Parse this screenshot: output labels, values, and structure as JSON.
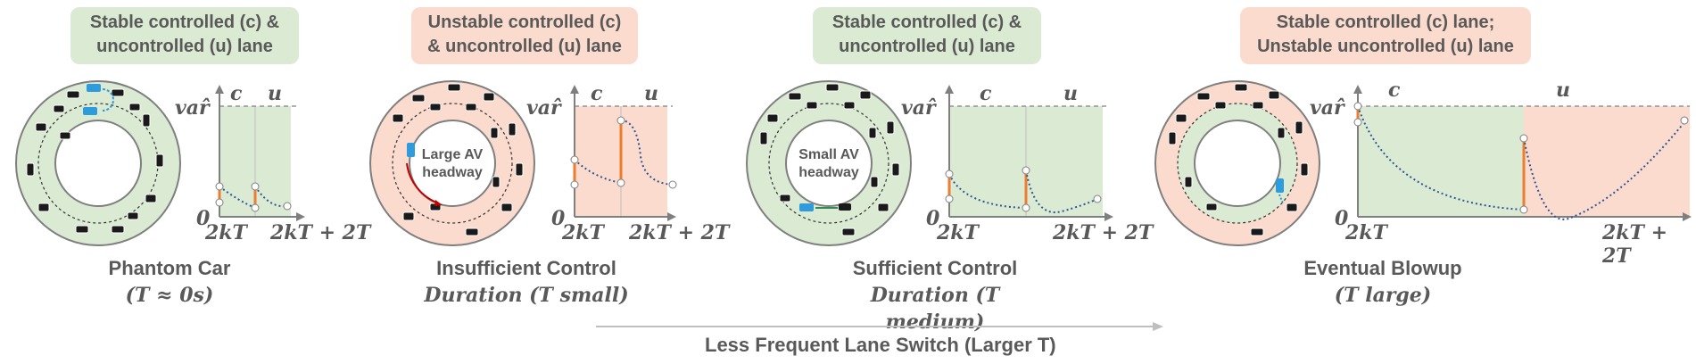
{
  "panels": [
    {
      "header": [
        "Stable controlled (c) &",
        "uncontrolled (u) lane"
      ],
      "header_color": "green",
      "caption_line1": "Phantom Car",
      "caption_line2": "(T ≈ 0s)",
      "ring_label": [
        "",
        ""
      ],
      "x_start": "2kT",
      "x_end": "2kT + 2T"
    },
    {
      "header": [
        "Unstable controlled (c)",
        "& uncontrolled (u) lane"
      ],
      "header_color": "salmon",
      "caption_line1": "Insufficient Control",
      "caption_line2": "Duration (T small)",
      "ring_label": [
        "Large AV",
        "headway"
      ],
      "x_start": "2kT",
      "x_end": "2kT + 2T"
    },
    {
      "header": [
        "Stable controlled (c) &",
        "uncontrolled (u) lane"
      ],
      "header_color": "green",
      "caption_line1": "Sufficient Control",
      "caption_line2": "Duration (T medium)",
      "ring_label": [
        "Small AV",
        "headway"
      ],
      "x_start": "2kT",
      "x_end": "2kT + 2T"
    },
    {
      "header": [
        "Stable controlled (c) lane;",
        "Unstable uncontrolled (u) lane"
      ],
      "header_color": "salmon",
      "caption_line1": "Eventual Blowup",
      "caption_line2": "(T large)",
      "ring_label": [
        "",
        ""
      ],
      "x_start": "2kT",
      "x_end": "2kT + 2T"
    }
  ],
  "axis": {
    "y_label": "var̂",
    "zero": "0",
    "lane_c": "c",
    "lane_u": "u"
  },
  "bottom_label": "Less Frequent Lane Switch (Larger T)",
  "colors": {
    "green": "#dbead3",
    "salmon": "#fadbcd",
    "orange": "#ed7d31",
    "blue_dotted": "#2f5597",
    "gray_text": "#595959"
  }
}
